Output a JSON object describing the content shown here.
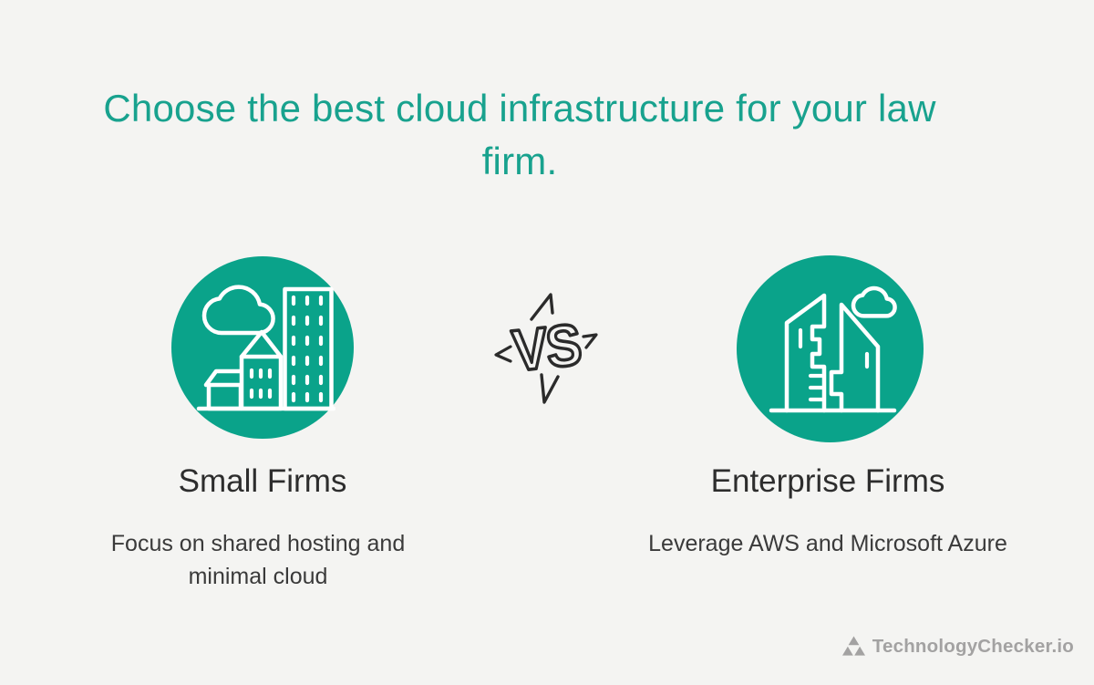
{
  "canvas": {
    "background_color": "#f4f4f2"
  },
  "heading": {
    "text": "Choose the best cloud infrastructure for your law firm.",
    "color": "#18a28e"
  },
  "comparison": {
    "versus_label": "VS",
    "circle_color": "#0aa38a",
    "left": {
      "title": "Small Firms",
      "description": "Focus on shared hosting and minimal cloud",
      "icon": "city-buildings-icon"
    },
    "right": {
      "title": "Enterprise Firms",
      "description": "Leverage AWS and Microsoft Azure",
      "icon": "modern-skyscrapers-icon"
    }
  },
  "footer": {
    "brand_name": "TechnologyChecker.io",
    "logo_icon": "triangle-triforce-logo",
    "text_color": "#a3a2a2"
  }
}
